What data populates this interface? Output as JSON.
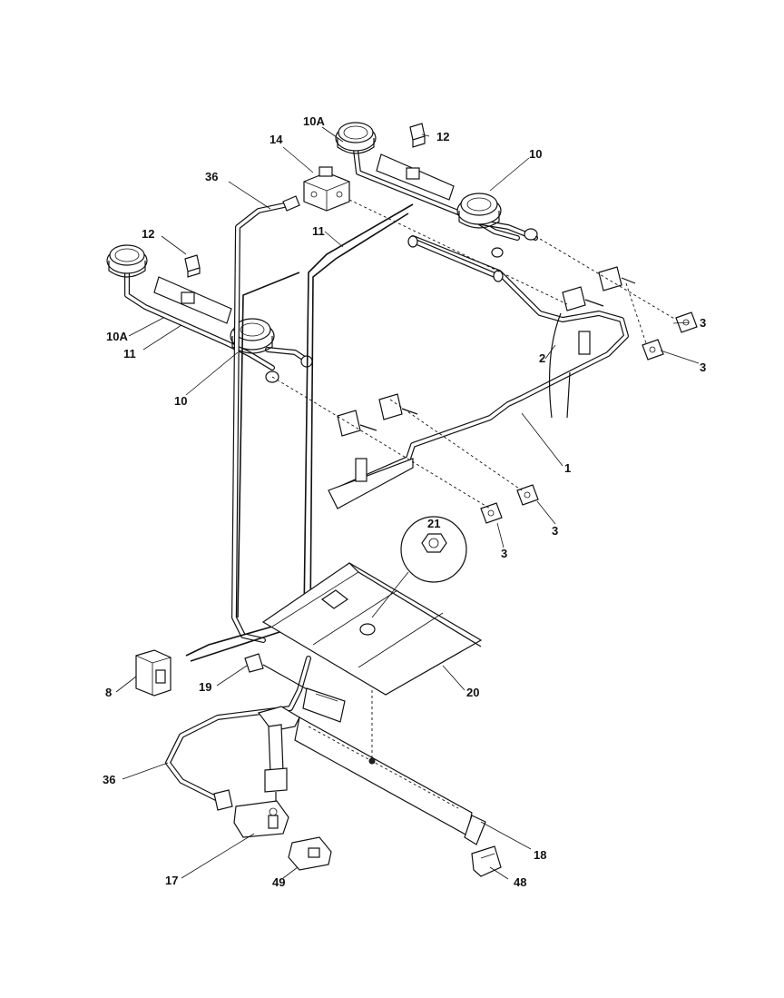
{
  "callouts": {
    "c1": "1",
    "c2": "2",
    "c3a": "3",
    "c3b": "3",
    "c3c": "3",
    "c3d": "3",
    "c8": "8",
    "c10a": "10",
    "c10b": "10",
    "c10Aa": "10A",
    "c10Ab": "10A",
    "c11a": "11",
    "c11b": "11",
    "c12a": "12",
    "c12b": "12",
    "c14": "14",
    "c17": "17",
    "c18": "18",
    "c19": "19",
    "c20": "20",
    "c21": "21",
    "c36a": "36",
    "c36b": "36",
    "c48": "48",
    "c49": "49"
  },
  "colors": {
    "line": "#111111",
    "background": "#ffffff"
  }
}
